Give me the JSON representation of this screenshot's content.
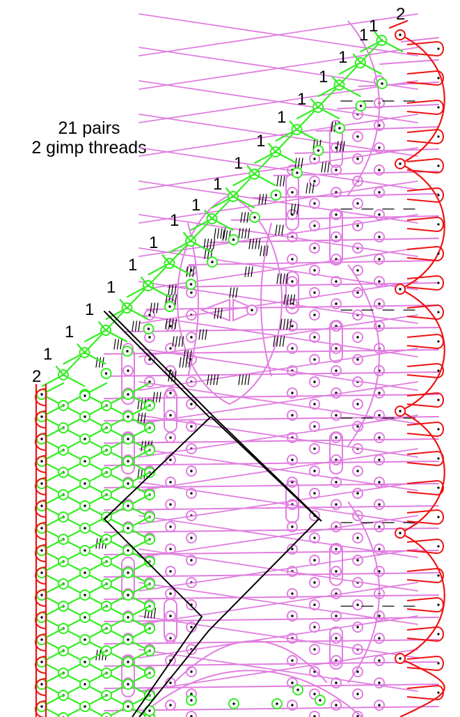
{
  "info": {
    "pairs": "21 pairs",
    "gimps": "2 gimp threads"
  },
  "labels": {
    "left_edge_pairs": "2",
    "top_right_pairs": "2",
    "pair_markers": [
      "1",
      "1",
      "1",
      "1",
      "1",
      "1",
      "1",
      "1",
      "1",
      "1",
      "1",
      "1",
      "1",
      "1",
      "1"
    ]
  },
  "colors": {
    "ground": "#33ee22",
    "pattern": "#e07ee0",
    "edge": "#ee1111",
    "gimp": "#000000",
    "pin": "#000000"
  }
}
